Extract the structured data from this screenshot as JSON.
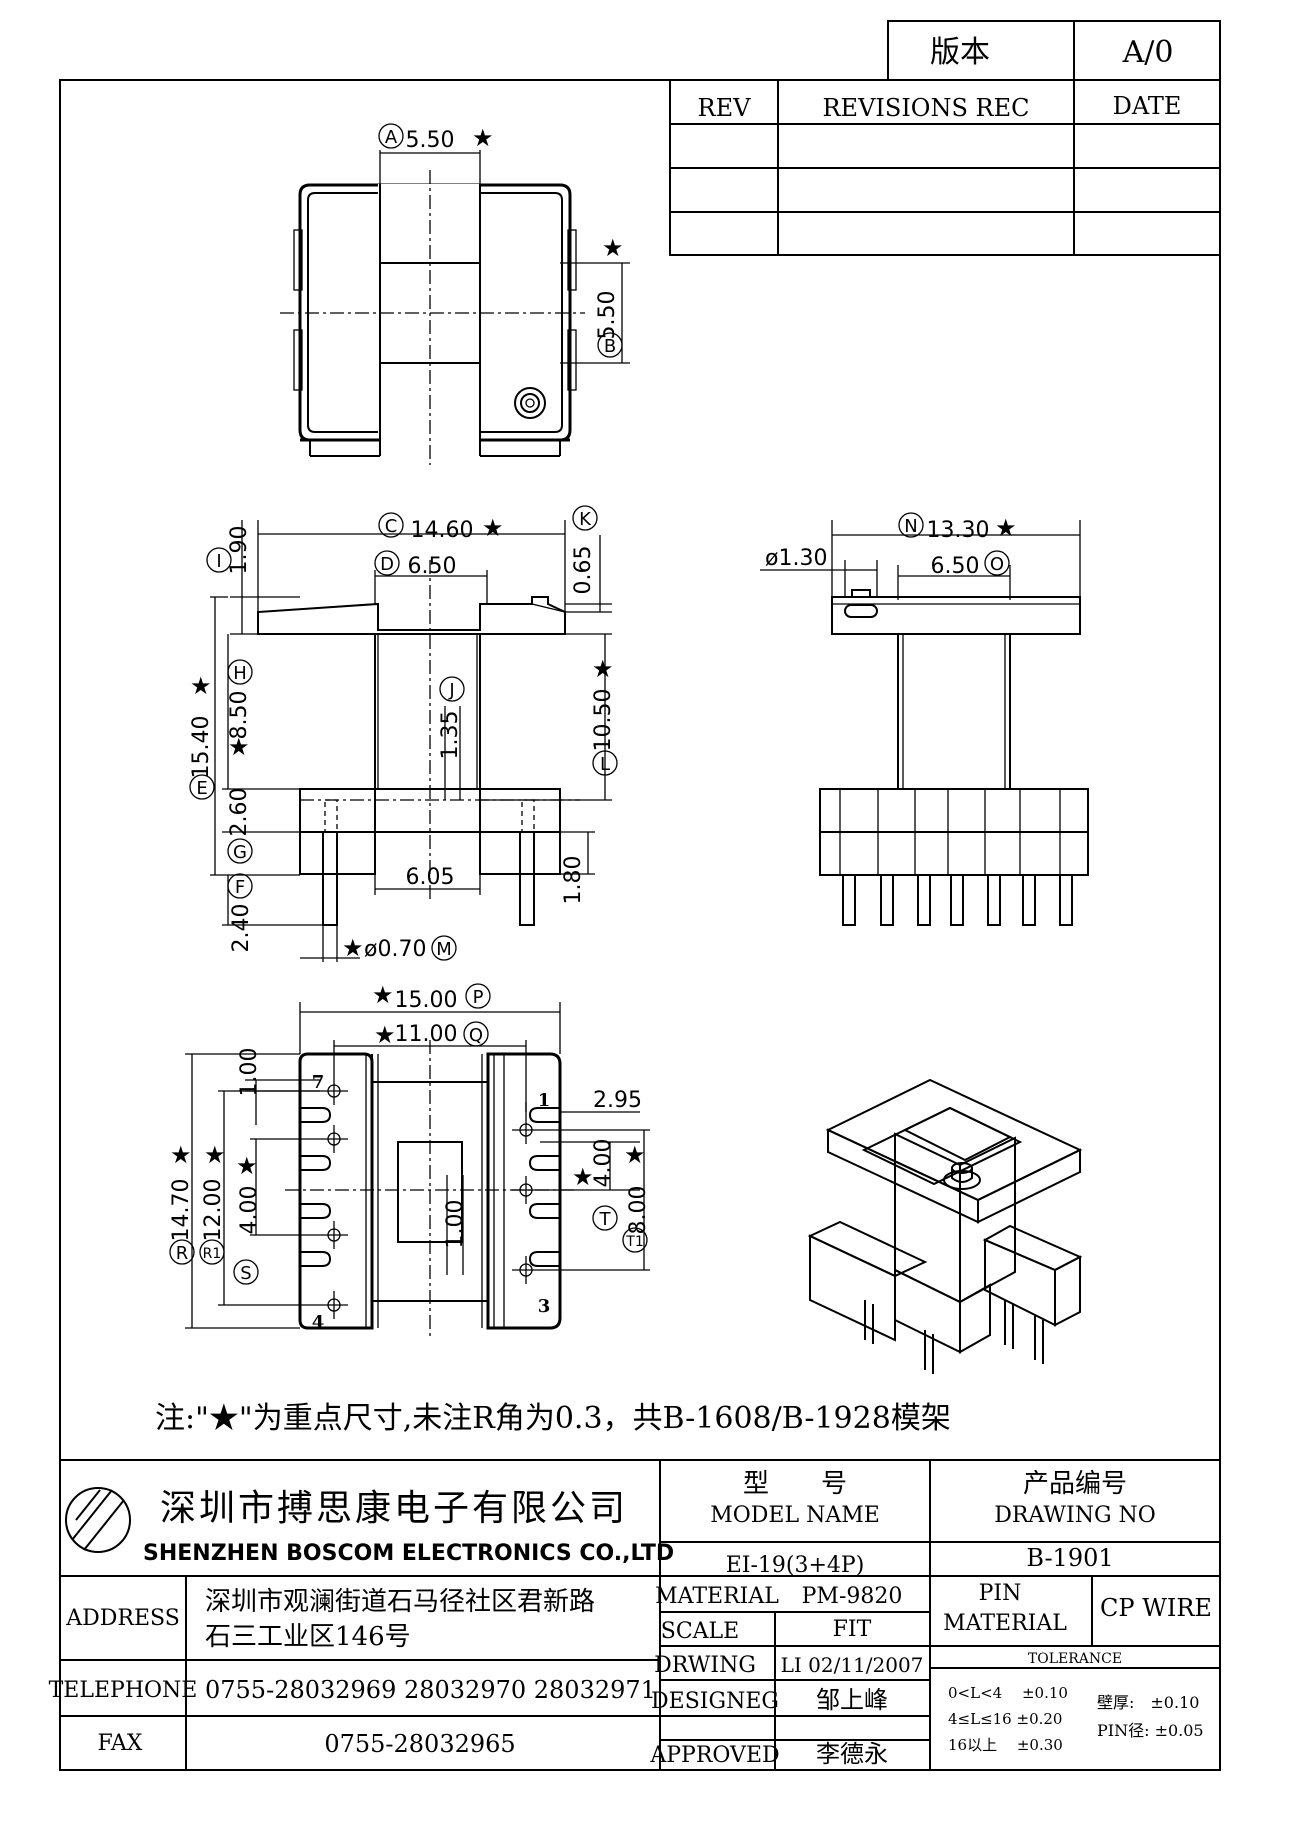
{
  "version_box": {
    "label": "版本",
    "value": "A/0"
  },
  "revisions": {
    "headers": [
      "REV",
      "REVISIONS REC",
      "DATE"
    ],
    "rows": [
      [
        "",
        "",
        ""
      ],
      [
        "",
        "",
        ""
      ],
      [
        "",
        "",
        ""
      ]
    ]
  },
  "top_view": {
    "dim_a": "5.50",
    "label_a": "A",
    "star": "★",
    "dim_b": "5.50",
    "label_b": "B"
  },
  "front_view": {
    "dim_c": "14.60",
    "label_c": "C",
    "dim_d": "6.50",
    "label_d": "D",
    "dim_i": "1.90",
    "label_i": "I",
    "dim_k": "0.65",
    "label_k": "K",
    "dim_h": "8.50",
    "label_h": "H",
    "dim_e": "15.40",
    "label_e": "E",
    "dim_j": "1.35",
    "label_j": "J",
    "dim_10_50": "10.50",
    "label_l": "L",
    "dim_g": "2.60",
    "label_g": "G",
    "dim_f": "2.40",
    "label_f": "F",
    "dim_6_05": "6.05",
    "dim_1_80": "1.80",
    "dim_m": "ø0.70",
    "label_m": "M"
  },
  "side_view": {
    "dim_n": "13.30",
    "label_n": "N",
    "dim_o": "6.50",
    "label_o": "O",
    "dim_pin": "ø1.30"
  },
  "bottom_view": {
    "dim_p": "15.00",
    "label_p": "P",
    "dim_q": "11.00",
    "label_q": "Q",
    "dim_1_00_top": "1.00",
    "dim_2_95": "2.95",
    "dim_4_00_left": "4.00",
    "dim_4_00_right": "4.00",
    "dim_8_00": "8.00",
    "label_t1": "T1",
    "dim_14_70": "14.70",
    "label_r": "R",
    "dim_12_00": "12.00",
    "label_r1": "R1",
    "label_s": "S",
    "label_t": "T",
    "dim_1_00_mid": "1.00",
    "pins": [
      "7",
      "1",
      "4",
      "3"
    ]
  },
  "note": "注:\"★\"为重点尺寸,未注R角为0.3，共B-1608/B-1928模架",
  "company": {
    "name_cn": "深圳市搏思康电子有限公司",
    "name_en": "SHENZHEN BOSCOM ELECTRONICS CO.,LTD"
  },
  "info": {
    "address_label": "ADDRESS",
    "address_line1": "深圳市观澜街道石马径社区君新路",
    "address_line2": "石三工业区146号",
    "telephone_label": "TELEPHONE",
    "telephone": "0755-28032969 28032970 28032971",
    "fax_label": "FAX",
    "fax": "0755-28032965"
  },
  "title_block": {
    "model_cn": "型　　号",
    "model_en": "MODEL NAME",
    "drawing_cn": "产品编号",
    "drawing_en": "DRAWING NO",
    "model_value": "EI-19(3+4P)",
    "drawing_value": "B-1901",
    "material_label": "MATERIAL",
    "material_value": "PM-9820",
    "pin_material_label1": "PIN",
    "pin_material_label2": "MATERIAL",
    "pin_material_value": "CP WIRE",
    "scale_label": "SCALE",
    "scale_value": "FIT",
    "tolerance_label": "TOLERANCE",
    "drwing_label": "DRWING",
    "drwing_value": "LI 02/11/2007",
    "designeg_label": "DESIGNEG",
    "designeg_value": "邹上峰",
    "approved_label": "APPROVED",
    "approved_value": "李德永",
    "tol_1": "0<L<4　 ±0.10",
    "tol_2": "4≤L≤16 ±0.20",
    "tol_3": "16以上　 ±0.30",
    "tol_wall": "壁厚:　±0.10",
    "tol_pin": "PIN径: ±0.05"
  }
}
